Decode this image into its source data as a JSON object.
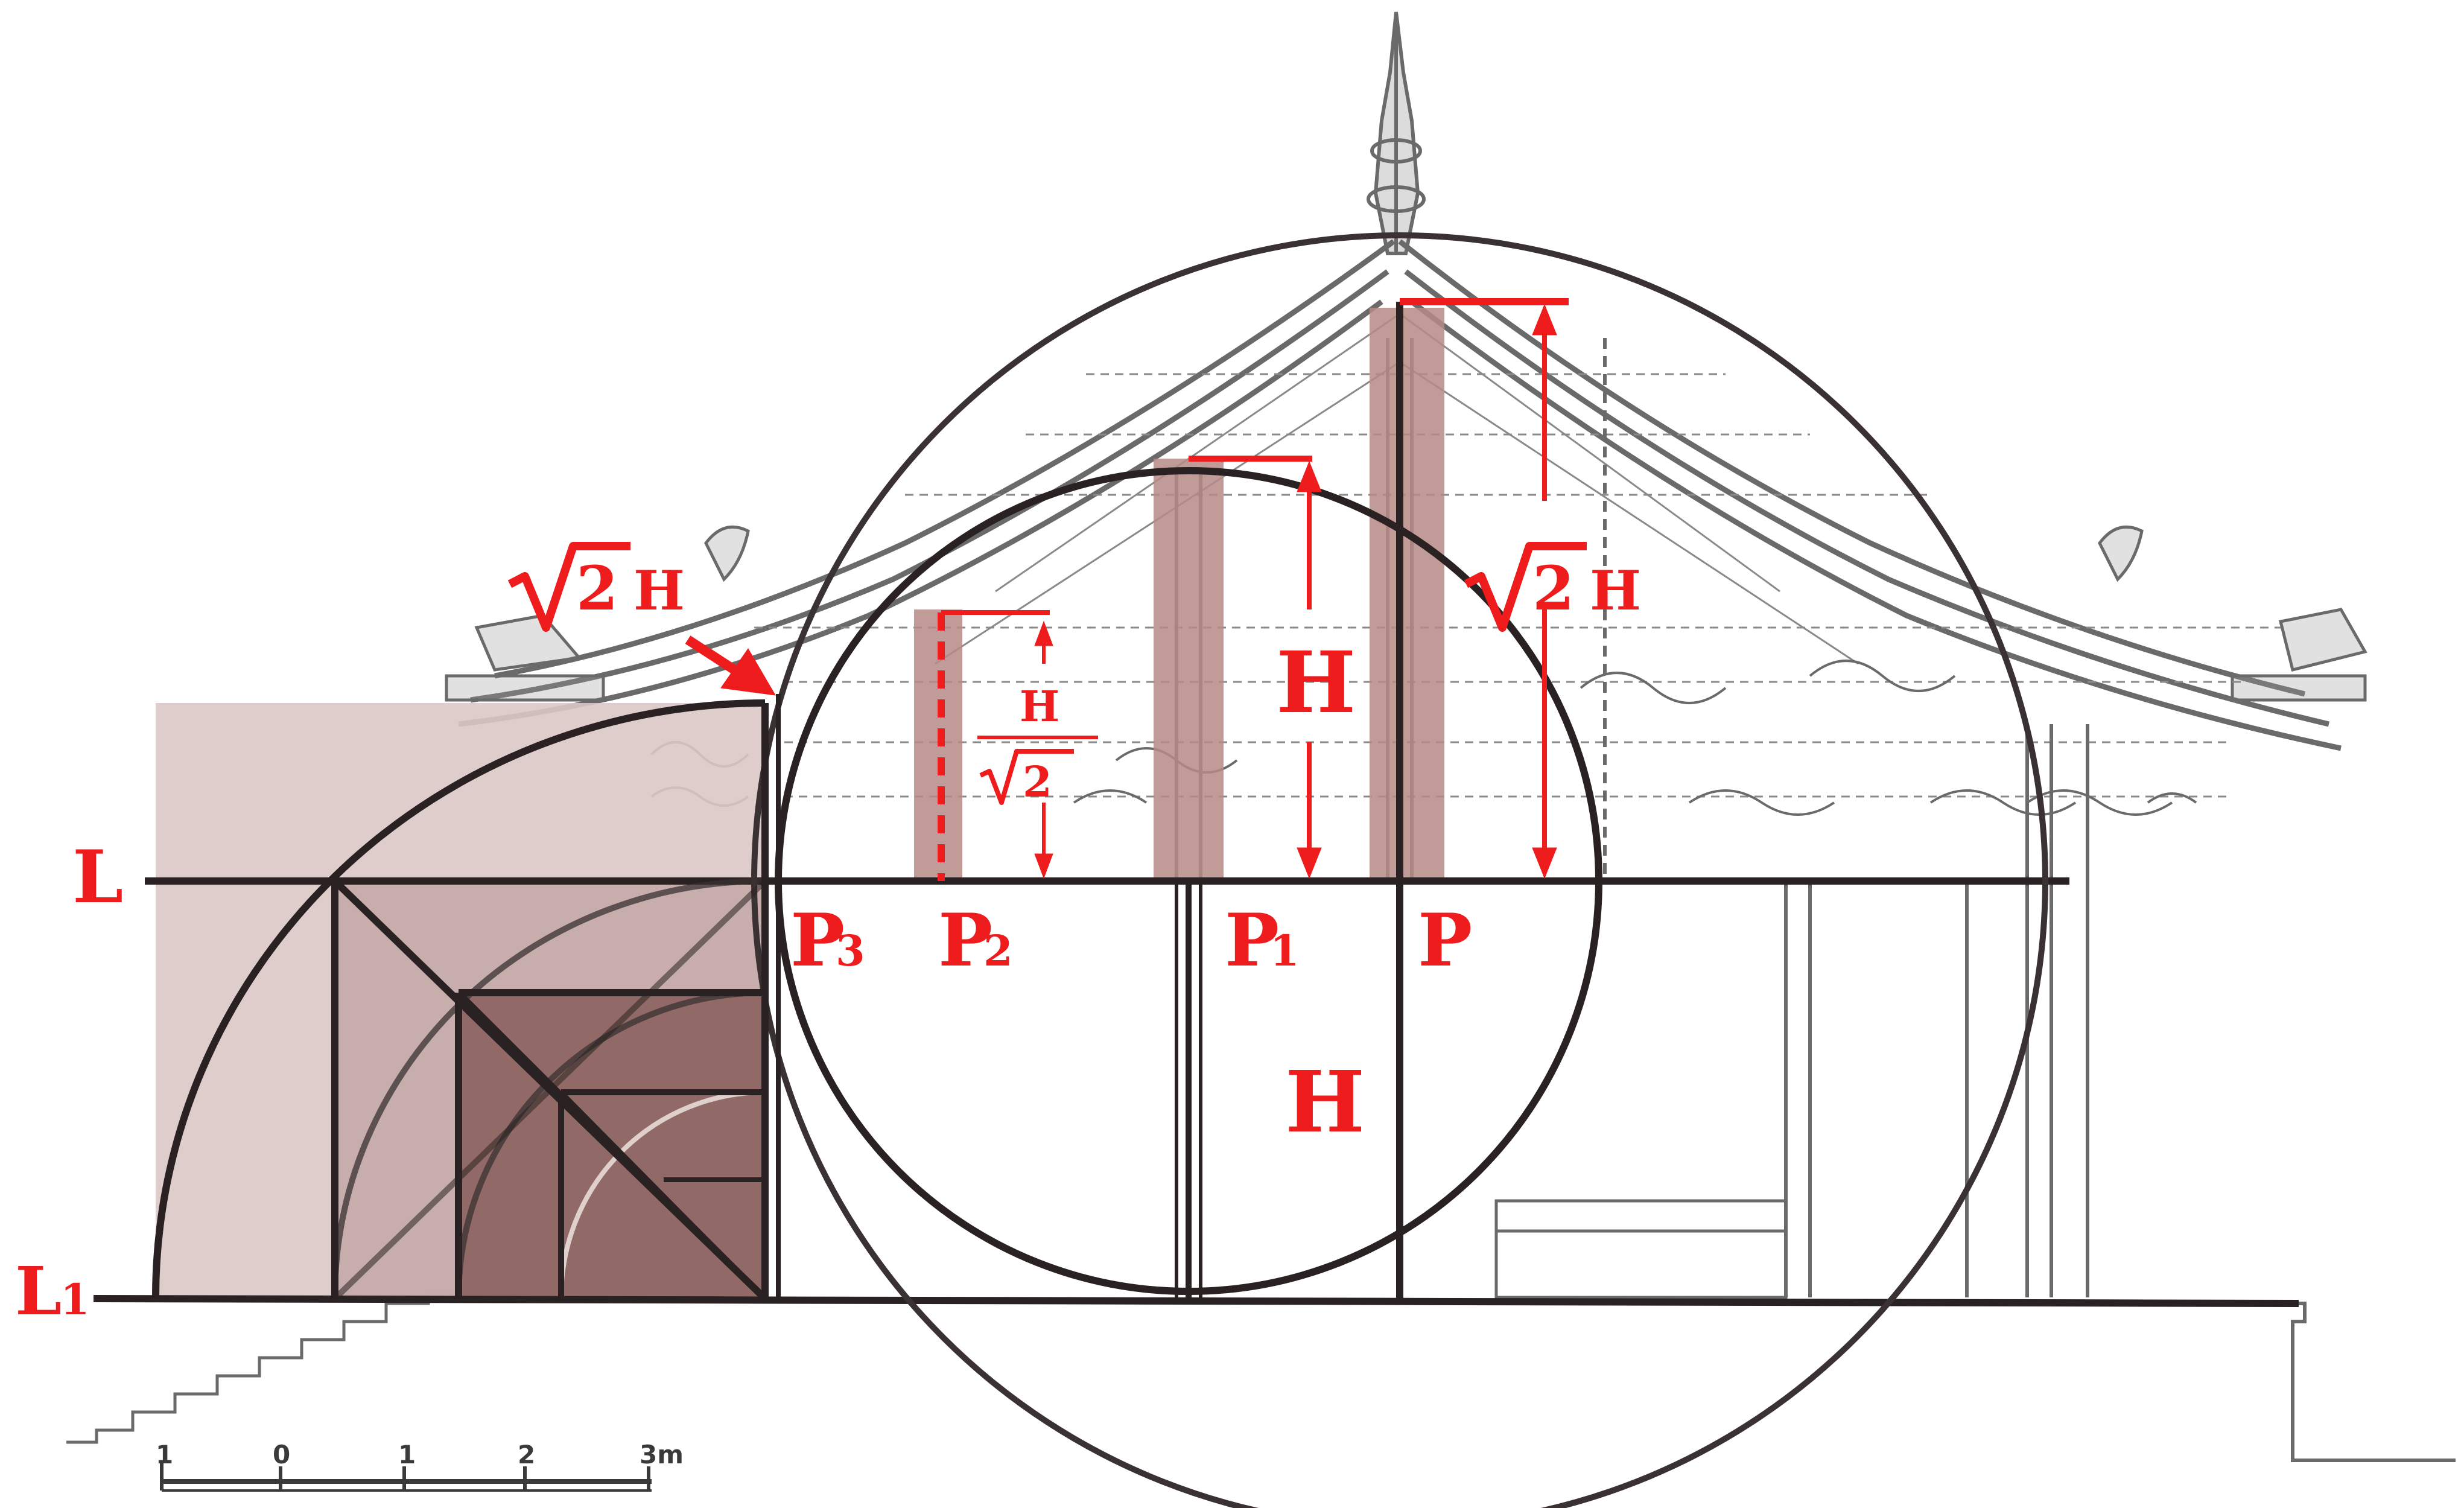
{
  "labels": {
    "line_upper": "L",
    "line_ground": "L",
    "line_ground_sub": "1",
    "point_p": "P",
    "point_p1": "P",
    "point_p1_sub": "1",
    "point_p2": "P",
    "point_p2_sub": "2",
    "point_p3": "P",
    "point_p3_sub": "3",
    "height_h_upper": "H",
    "height_h_lower": "H",
    "sqrt2h_left": "2",
    "sqrt2h_left_h": "H",
    "sqrt2h_right": "2",
    "sqrt2h_right_h": "H",
    "h_over_sqrt2_num": "H",
    "h_over_sqrt2_den": "2"
  },
  "scale_bar": {
    "ticks": [
      "1",
      "0",
      "1",
      "2",
      "3m"
    ]
  },
  "colors": {
    "annotation_red": "#ee1c1c",
    "line_dark": "#2a2222",
    "column_highlight": "#b58a86",
    "square_light": "#dcc8c6",
    "square_mid": "#b99b98",
    "square_dark": "#8e6663",
    "drawing_ink": "#5a5a5a"
  }
}
